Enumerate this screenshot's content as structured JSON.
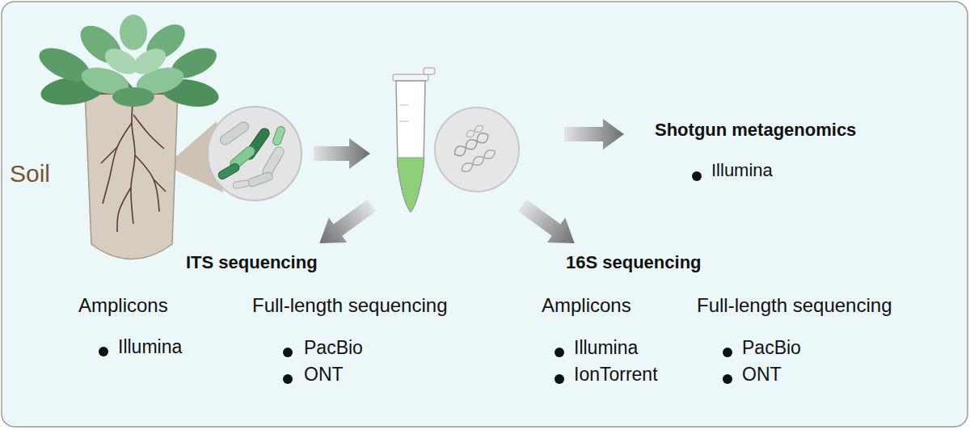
{
  "diagram": {
    "nodes": [
      {
        "text": [
          "Soil"
        ]
      }
    ],
    "labels": [
      "Shotgun metagenomics",
      "Illumina",
      "ITS sequencing",
      "Amplicons",
      "Illumina",
      "Full-length sequencing",
      "PacBio",
      "ONT",
      "16S sequencing",
      "Amplicons",
      "Illumina",
      "IonTorrent",
      "Full-length sequencing",
      "PacBio",
      "ONT"
    ]
  }
}
